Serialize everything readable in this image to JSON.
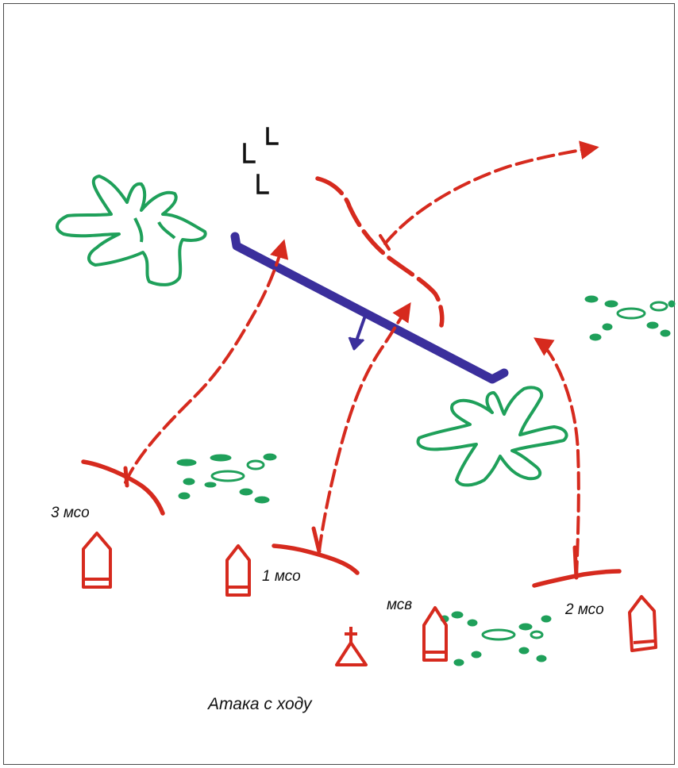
{
  "diagram": {
    "caption": "Атака с ходу",
    "units": {
      "company_3": "3 мсо",
      "company_1": "1 мсо",
      "company_2": "2 мсо",
      "battalion": "мсв"
    },
    "colors": {
      "own_forces": "#d62a1e",
      "enemy": "#3b2f9c",
      "terrain": "#1fa05a",
      "text": "#111111"
    }
  }
}
